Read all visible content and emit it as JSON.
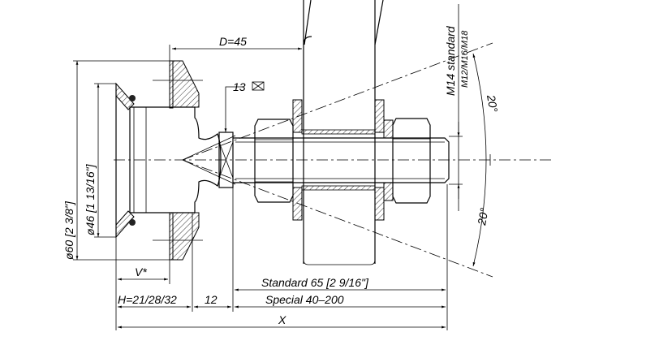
{
  "labels": {
    "d": "D=45",
    "nut_size": "13",
    "dia60": "ø60 [2 3/8\"]",
    "dia46": "ø46 [1 13/16\"]",
    "thread_standard": "M14  standard",
    "thread_options": "M12/M16/M18",
    "angle_top": "20°",
    "angle_bottom": "20°",
    "v": "V*",
    "standard_length": "Standard 65 [2 9/16\"]",
    "h": "H=21/28/32",
    "twelve": "12",
    "special_length": "Special 40–200",
    "x": "X"
  }
}
